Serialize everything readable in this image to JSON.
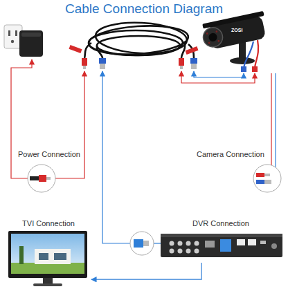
{
  "diagram": {
    "title": "Cable Connection Diagram",
    "nodes": [
      {
        "text": [
          "TVI Connection"
        ]
      },
      {
        "text": [
          "DVR Connection"
        ]
      }
    ],
    "edges": [
      {
        "from": 1,
        "to": 0,
        "arrow": "to"
      }
    ],
    "labels": [
      "Power Connection",
      "Camera Connection",
      "ZOSI"
    ]
  }
}
